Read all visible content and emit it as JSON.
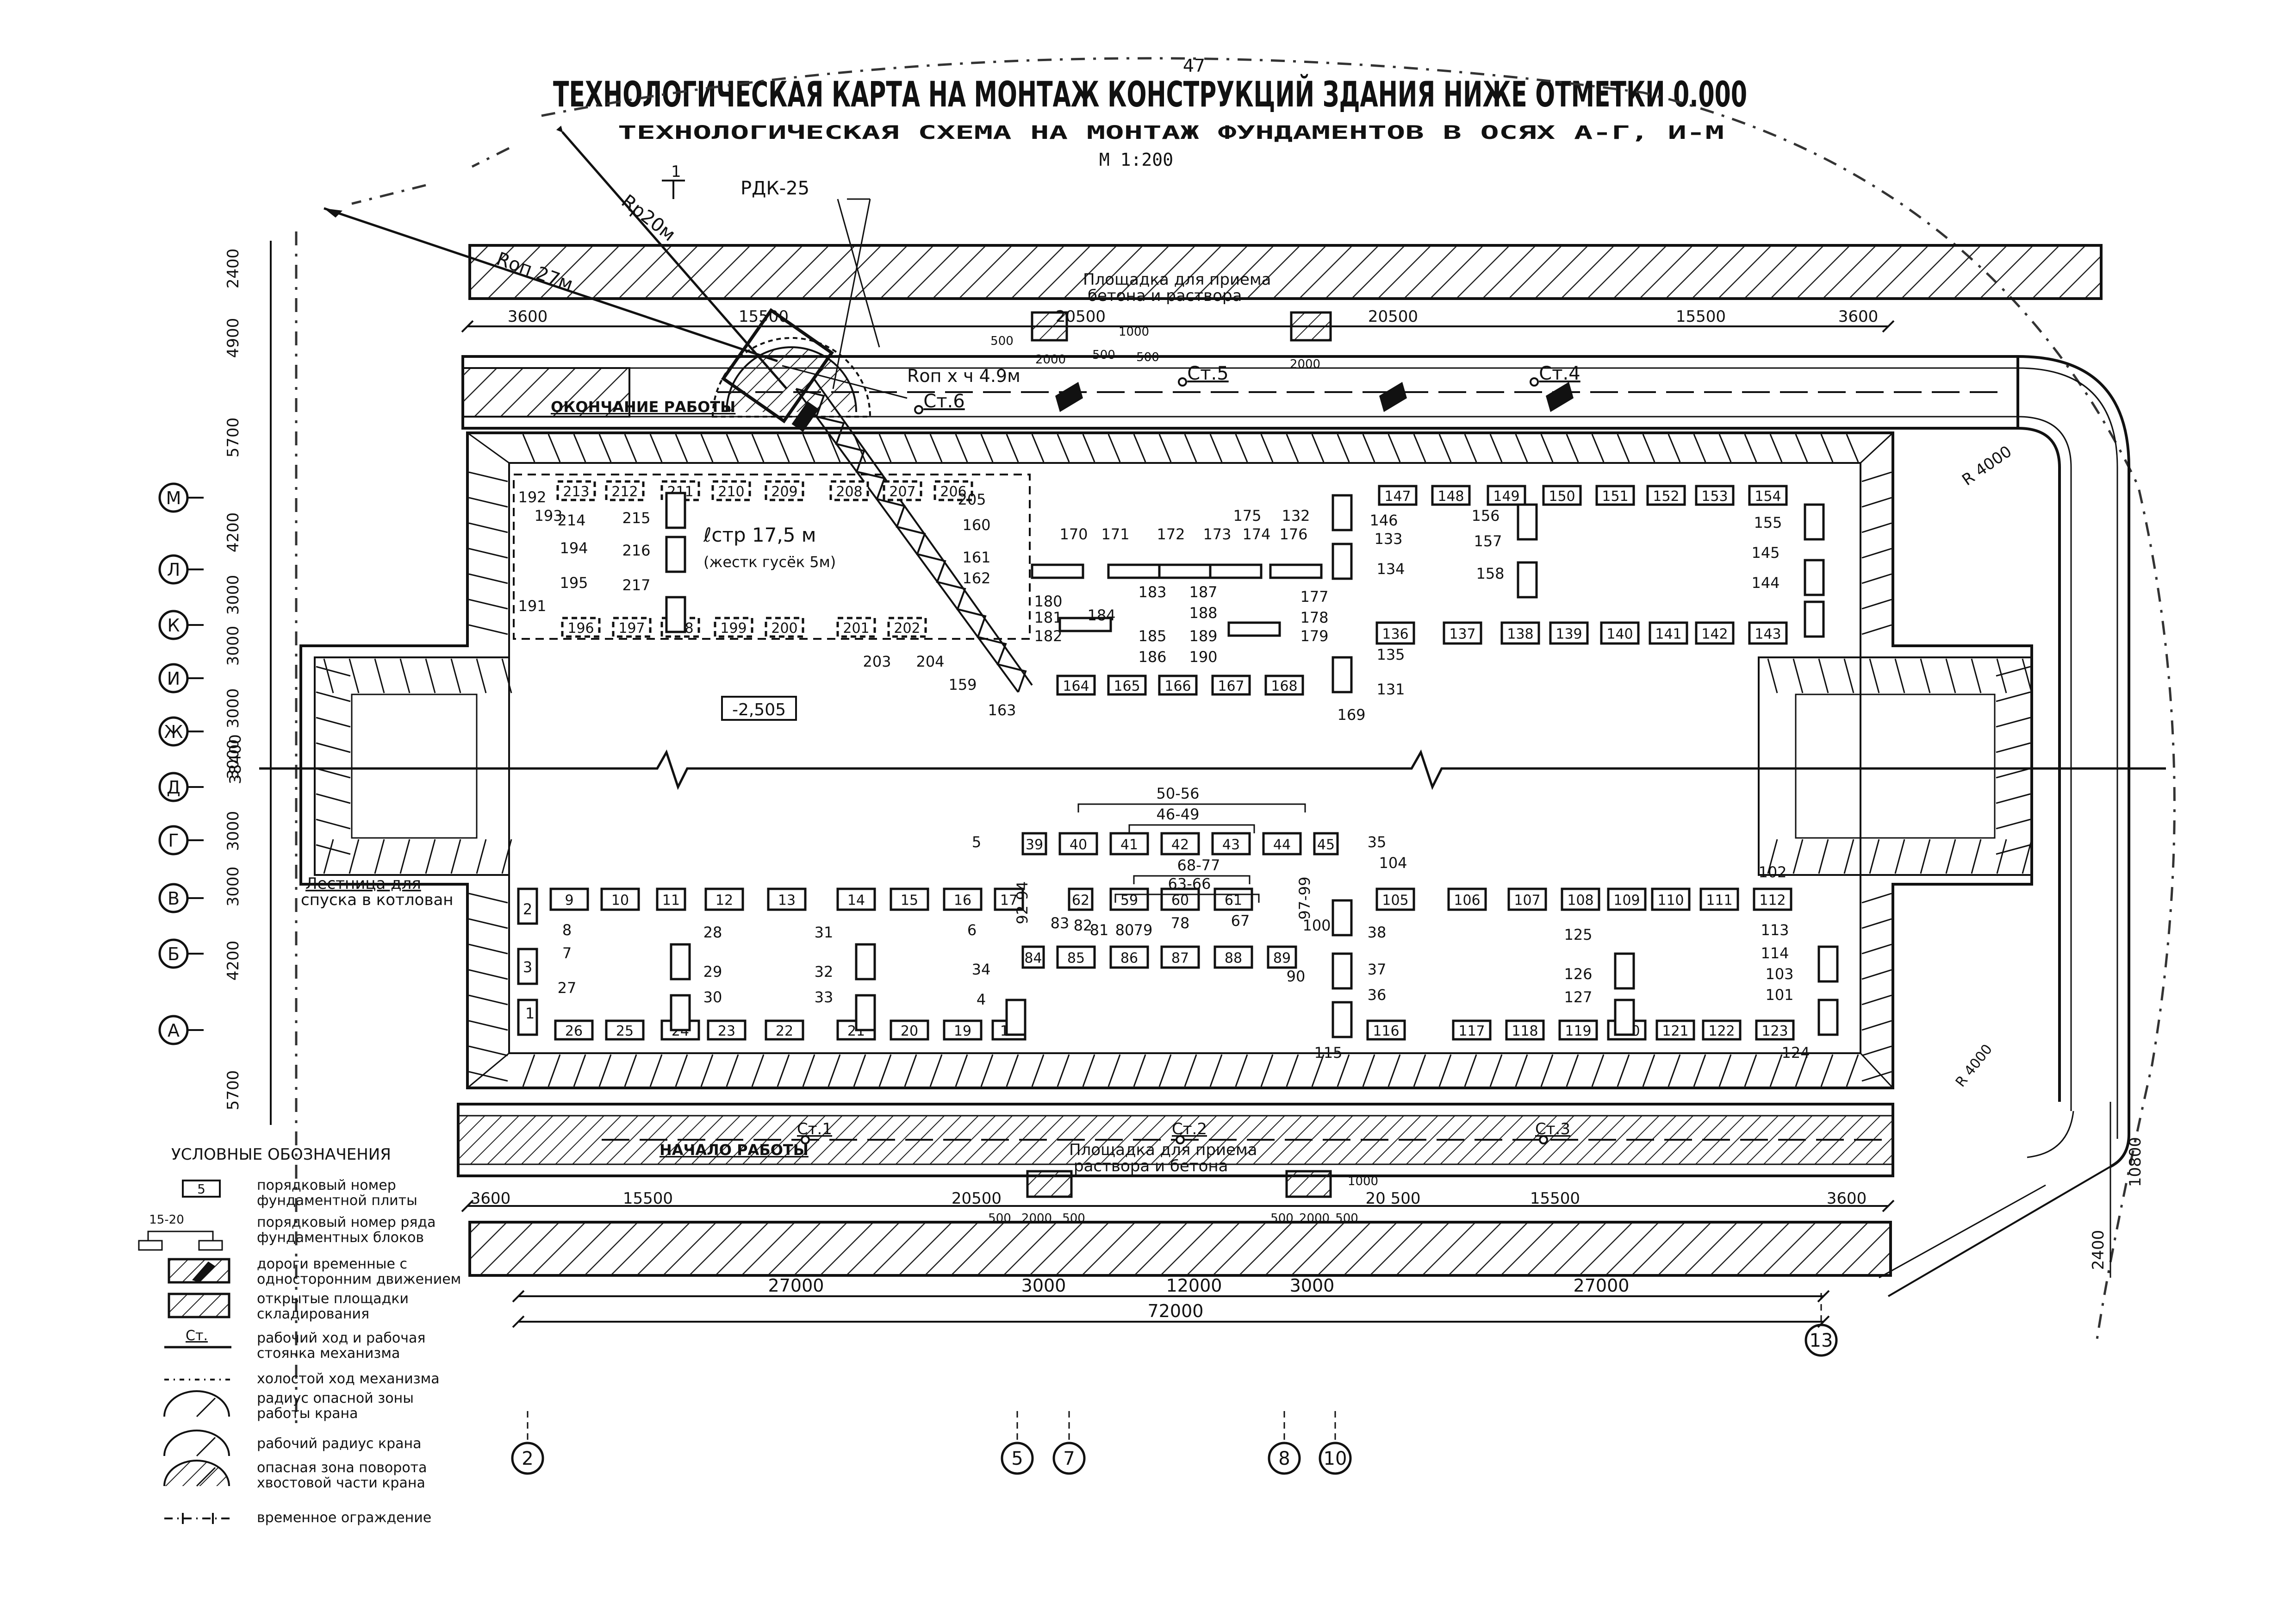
{
  "page_number": "47",
  "title": "ТЕХНОЛОГИЧЕСКАЯ КАРТА НА МОНТАЖ КОНСТРУКЦИЙ ЗДАНИЯ НИЖЕ ОТМЕТКИ 0.000",
  "subtitle": "ТЕХНОЛОГИЧЕСКАЯ СХЕМА НА МОНТАЖ ФУНДАМЕНТОВ В ОСЯХ А-Г, И-М",
  "scale": "М 1:200",
  "crane": {
    "name": "РДК-25",
    "section_mark": "1",
    "radius_work": "Rр20м",
    "radius_danger": "Rоп 27м",
    "radius_tail": "Rоп х ч 4.9м",
    "boom": "ℓстр 17,5 м",
    "boom_note": "(жестк гусёк 5м)"
  },
  "stations": {
    "top": [
      "Ст.6",
      "Ст.5",
      "Ст.4"
    ],
    "bottom": [
      "Ст.1",
      "Ст.2",
      "Ст.3"
    ]
  },
  "road_labels": {
    "end": "ОКОНЧАНИЕ РАБОТЫ",
    "start": "НАЧАЛО РАБОТЫ"
  },
  "platform_labels": {
    "top": [
      "Площадка для приема",
      "бетона и раствора"
    ],
    "bottom": [
      "Площадка для приема",
      "раствора и бетона"
    ]
  },
  "stairs_label": [
    "Лестница для",
    "спуска в котлован"
  ],
  "elevation": "-2,505",
  "radius_road": "R 4000",
  "radius_road2": "R 4000",
  "top_dims": [
    "3600",
    "15500",
    "20500",
    "20500",
    "15500",
    "3600"
  ],
  "top_small_dims": [
    "500",
    "2000",
    "500",
    "1000",
    "500",
    "2000"
  ],
  "bottom_dims": [
    "3600",
    "15500",
    "20500",
    "20 500",
    "15500",
    "3600"
  ],
  "bottom_small_dims": [
    "500",
    "2000",
    "500",
    "500",
    "2000",
    "500",
    "1000"
  ],
  "axis_dims": [
    "27000",
    "3000",
    "12000",
    "3000",
    "27000"
  ],
  "total_dim": "72000",
  "left_dims": [
    "2400",
    "4900",
    "5700",
    "4200",
    "3000",
    "3000",
    "3000",
    "3000",
    "3000",
    "3000",
    "4200",
    "5700",
    "38400"
  ],
  "right_dims": [
    "10800",
    "2400"
  ],
  "row_axes": [
    "М",
    "Л",
    "К",
    "И",
    "Ж",
    "Д",
    "Г",
    "В",
    "Б",
    "А"
  ],
  "col_axes": [
    "2",
    "5",
    "7",
    "8",
    "10",
    "13"
  ],
  "range_labels": [
    "50-56",
    "46-49",
    "68-77",
    "63-66",
    "92-94",
    "97-99"
  ],
  "legend": {
    "heading": "УСЛОВНЫЕ ОБОЗНАЧЕНИЯ",
    "sample_plate": "5",
    "sample_row": "15-20",
    "sample_station": "Ст.",
    "items": [
      "порядковый номер фундаментной плиты",
      "порядковый номер ряда фундаментных блоков",
      "дороги временные с односторонним движением",
      "открытые площадки складирования",
      "рабочий ход и рабочая стоянка механизма",
      "холостой ход механизма",
      "радиус опасной зоны работы крана",
      "рабочий радиус крана",
      "опасная зона поворота хвостовой части крана",
      "временное ограждение"
    ]
  },
  "blocks": [
    {
      "n": "9"
    },
    {
      "n": "10"
    },
    {
      "n": "11"
    },
    {
      "n": "12"
    },
    {
      "n": "13"
    },
    {
      "n": "14"
    },
    {
      "n": "15"
    },
    {
      "n": "16"
    },
    {
      "n": "17"
    },
    {
      "n": "26"
    },
    {
      "n": "25"
    },
    {
      "n": "24"
    },
    {
      "n": "23"
    },
    {
      "n": "22"
    },
    {
      "n": "21"
    },
    {
      "n": "20"
    },
    {
      "n": "19"
    },
    {
      "n": "18"
    },
    {
      "n": "39"
    },
    {
      "n": "40"
    },
    {
      "n": "41"
    },
    {
      "n": "42"
    },
    {
      "n": "43"
    },
    {
      "n": "44"
    },
    {
      "n": "45"
    },
    {
      "n": "59"
    },
    {
      "n": "60"
    },
    {
      "n": "61"
    },
    {
      "n": "62"
    },
    {
      "n": "84"
    },
    {
      "n": "85"
    },
    {
      "n": "86"
    },
    {
      "n": "87"
    },
    {
      "n": "88"
    },
    {
      "n": "89"
    },
    {
      "n": "105"
    },
    {
      "n": "106"
    },
    {
      "n": "107"
    },
    {
      "n": "108"
    },
    {
      "n": "109"
    },
    {
      "n": "110"
    },
    {
      "n": "111"
    },
    {
      "n": "112"
    },
    {
      "n": "116"
    },
    {
      "n": "117"
    },
    {
      "n": "118"
    },
    {
      "n": "119"
    },
    {
      "n": "120"
    },
    {
      "n": "121"
    },
    {
      "n": "122"
    },
    {
      "n": "123"
    },
    {
      "n": "147"
    },
    {
      "n": "148"
    },
    {
      "n": "149"
    },
    {
      "n": "150"
    },
    {
      "n": "151"
    },
    {
      "n": "152"
    },
    {
      "n": "153"
    },
    {
      "n": "154"
    },
    {
      "n": "136"
    },
    {
      "n": "137"
    },
    {
      "n": "138"
    },
    {
      "n": "139"
    },
    {
      "n": "140"
    },
    {
      "n": "141"
    },
    {
      "n": "142"
    },
    {
      "n": "143"
    },
    {
      "n": "164"
    },
    {
      "n": "165"
    },
    {
      "n": "166"
    },
    {
      "n": "167"
    },
    {
      "n": "168"
    },
    {
      "n": "213"
    },
    {
      "n": "212"
    },
    {
      "n": "211"
    },
    {
      "n": "210"
    },
    {
      "n": "209"
    },
    {
      "n": "208"
    },
    {
      "n": "207"
    },
    {
      "n": "206"
    },
    {
      "n": "196"
    },
    {
      "n": "197"
    },
    {
      "n": "198"
    },
    {
      "n": "199"
    },
    {
      "n": "200"
    },
    {
      "n": "201"
    },
    {
      "n": "202"
    }
  ],
  "free_labels": [
    "1",
    "2",
    "3",
    "4",
    "5",
    "6",
    "7",
    "8",
    "27",
    "28",
    "29",
    "30",
    "31",
    "32",
    "33",
    "34",
    "35",
    "36",
    "37",
    "38",
    "67",
    "78",
    "79",
    "80",
    "81",
    "82",
    "83",
    "90",
    "100",
    "101",
    "102",
    "103",
    "104",
    "113",
    "114",
    "115",
    "124",
    "125",
    "126",
    "127",
    "131",
    "132",
    "133",
    "134",
    "135",
    "144",
    "145",
    "146",
    "155",
    "156",
    "157",
    "158",
    "159",
    "160",
    "161",
    "162",
    "163",
    "169",
    "170",
    "171",
    "172",
    "173",
    "174",
    "175",
    "176",
    "177",
    "178",
    "179",
    "180",
    "181",
    "182",
    "183",
    "184",
    "185",
    "186",
    "187",
    "188",
    "189",
    "190",
    "191",
    "192",
    "193",
    "194",
    "195",
    "203",
    "204",
    "205",
    "214",
    "215",
    "216",
    "217"
  ]
}
